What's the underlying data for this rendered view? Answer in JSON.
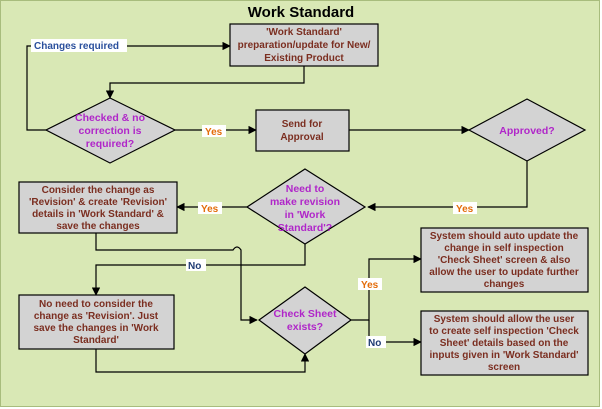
{
  "title": "Work Standard",
  "colors": {
    "background": "#d9e8b5",
    "box_fill": "#d3d3d3",
    "box_text": "#7b2e20",
    "decision_text": "#b026c9",
    "yes_label": "#e36c0a",
    "no_label": "#1f3b73",
    "changes_label": "#2a4f9c"
  },
  "nodes": {
    "prep": [
      "'Work Standard'",
      "preparation/update for New/",
      "Existing Product"
    ],
    "checked": [
      "Checked & no",
      "correction is",
      "required?"
    ],
    "send": [
      "Send for",
      "Approval"
    ],
    "approved": [
      "Approved?"
    ],
    "need_revision": [
      "Need to",
      "make revision",
      "in 'Work",
      "Standard'?"
    ],
    "consider_revision": [
      "Consider the change as",
      "'Revision' & create 'Revision'",
      "details in 'Work Standard' &",
      "save the changes"
    ],
    "no_revision": [
      "No need to consider the",
      "change as 'Revision'. Just",
      "save the changes in 'Work",
      "Standard'"
    ],
    "check_sheet": [
      "Check Sheet",
      "exists?"
    ],
    "auto_update": [
      "System should auto update the",
      "change in self inspection",
      "'Check Sheet' screen & also",
      "allow the user to update further",
      "changes"
    ],
    "create_sheet": [
      "System should allow the user",
      "to create self inspection 'Check",
      "Sheet' details based on the",
      "inputs given in 'Work Standard'",
      "screen"
    ]
  },
  "labels": {
    "changes_required": "Changes required",
    "yes_checked": "Yes",
    "yes_approved": "Yes",
    "yes_revision": "Yes",
    "no_revision": "No",
    "yes_sheet": "Yes",
    "no_sheet": "No"
  }
}
